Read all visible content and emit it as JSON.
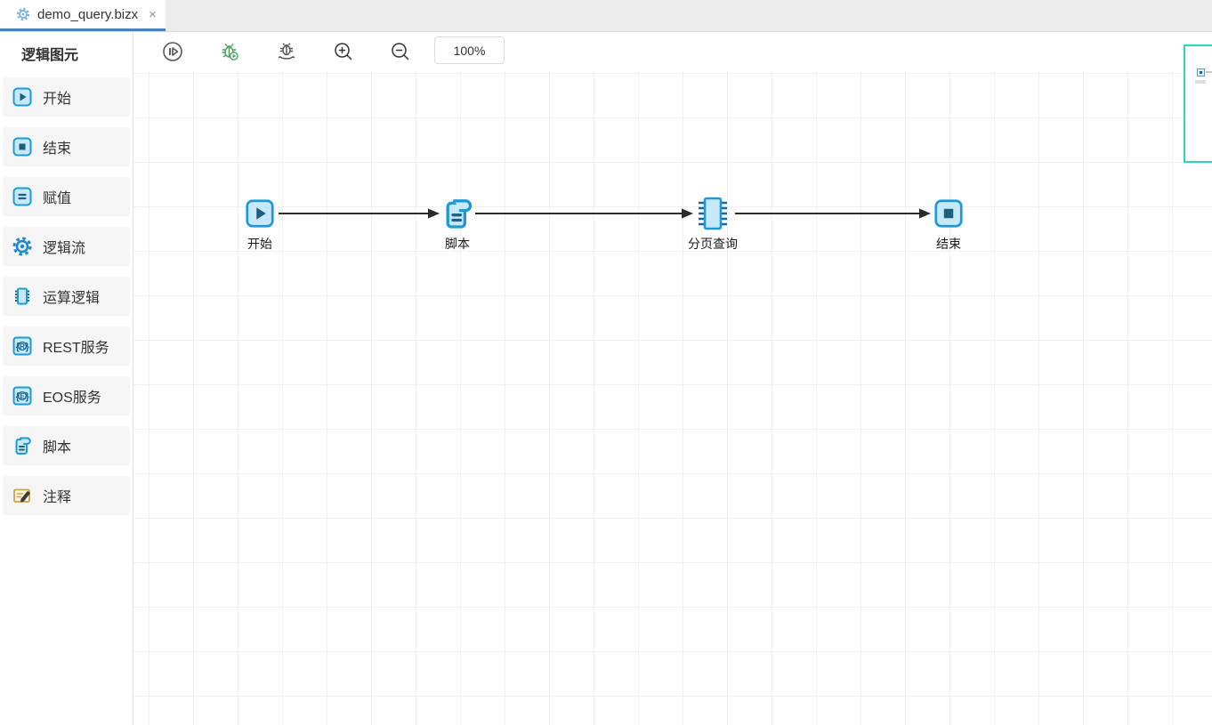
{
  "tab_bar": {
    "tabs": [
      {
        "title": "demo_query.bizx",
        "close_glyph": "×",
        "active": true,
        "icon": "gear-icon"
      }
    ]
  },
  "sidebar": {
    "title": "逻辑图元",
    "items": [
      {
        "label": "开始",
        "icon": "start-icon"
      },
      {
        "label": "结束",
        "icon": "end-icon"
      },
      {
        "label": "赋值",
        "icon": "assign-icon"
      },
      {
        "label": "逻辑流",
        "icon": "logic-flow-gear-icon"
      },
      {
        "label": "运算逻辑",
        "icon": "chip-icon"
      },
      {
        "label": "REST服务",
        "icon": "rest-service-icon",
        "letter": "R"
      },
      {
        "label": "EOS服务",
        "icon": "eos-service-icon",
        "letter": "E"
      },
      {
        "label": "脚本",
        "icon": "script-icon"
      },
      {
        "label": "注释",
        "icon": "comment-icon"
      }
    ]
  },
  "toolbar": {
    "buttons": [
      {
        "name": "run",
        "icon": "run-step-icon"
      },
      {
        "name": "debug-run",
        "icon": "debug-bug-play-icon"
      },
      {
        "name": "debug-service",
        "icon": "debug-bug-hand-icon"
      },
      {
        "name": "zoom-in",
        "icon": "zoom-in-icon"
      },
      {
        "name": "zoom-out",
        "icon": "zoom-out-icon"
      }
    ],
    "zoom_level": "100%"
  },
  "canvas": {
    "nodes": [
      {
        "label": "开始",
        "type": "start"
      },
      {
        "label": "脚本",
        "type": "script"
      },
      {
        "label": "分页查询",
        "type": "operation-chip"
      },
      {
        "label": "结束",
        "type": "end"
      }
    ],
    "edges": [
      {
        "from": "开始",
        "to": "脚本"
      },
      {
        "from": "脚本",
        "to": "分页查询"
      },
      {
        "from": "分页查询",
        "to": "结束"
      }
    ],
    "minimap": {
      "visible": true
    }
  },
  "colors": {
    "tab_underline": "#4182c4",
    "node_border": "#1d9ad6",
    "node_fill": "#c7e8f9",
    "node_glyph": "#1d5f7e",
    "gear_blue": "#1e88c7",
    "debug_green": "#47a45f",
    "toolbar_gray": "#555555",
    "comment_border": "#cfa24a",
    "comment_fill": "#fdf3da",
    "grid_line": "#f0f0f4",
    "minimap_border": "#2fd4c0",
    "edge": "#2b2b2b",
    "palette_item_bg": "#f5f5f6"
  }
}
